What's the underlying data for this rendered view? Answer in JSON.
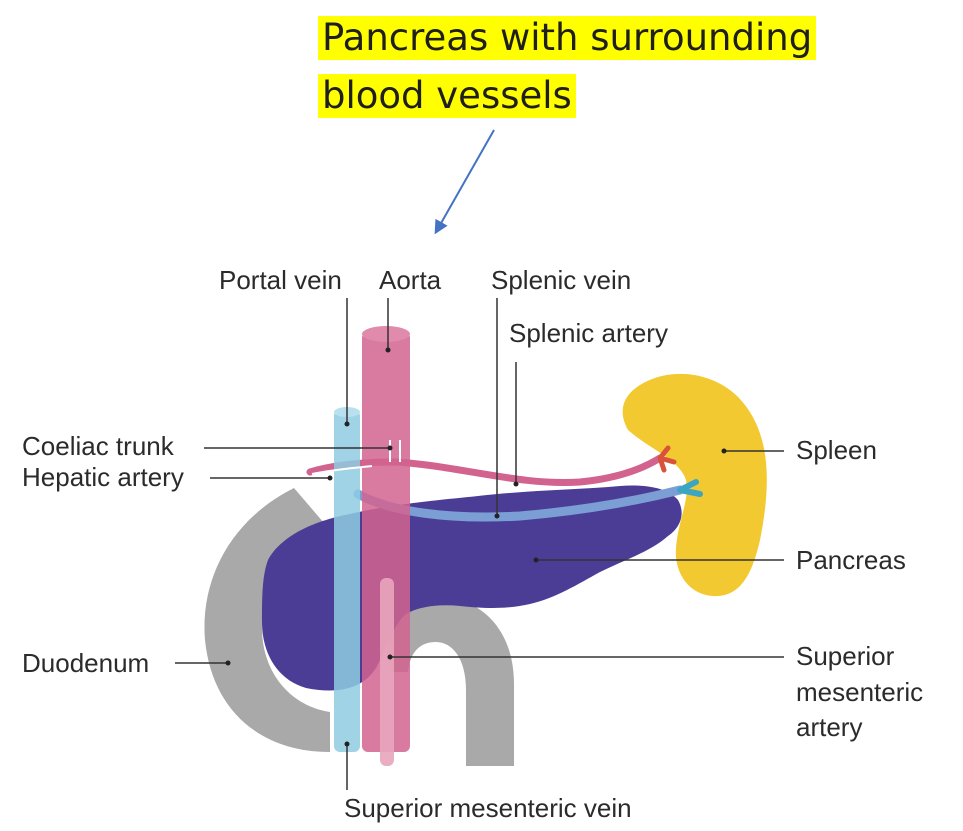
{
  "title": {
    "line1": "Pancreas with surrounding",
    "line2": "blood vessels"
  },
  "labels": {
    "portal_vein": "Portal vein",
    "aorta": "Aorta",
    "splenic_vein": "Splenic vein",
    "splenic_artery": "Splenic artery",
    "coeliac_trunk": "Coeliac trunk",
    "hepatic_artery": "Hepatic artery",
    "spleen": "Spleen",
    "pancreas": "Pancreas",
    "duodenum": "Duodenum",
    "sma_line1": "Superior",
    "sma_line2": "mesenteric",
    "sma_line3": "artery",
    "smv": "Superior mesenteric vein"
  },
  "colors": {
    "title_highlight": "#ffff00",
    "arrow": "#4472c4",
    "aorta": "#d2638f",
    "portal_vein": "#8ecbe0",
    "pancreas": "#4b3d96",
    "spleen": "#f2c930",
    "duodenum": "#a9a9a9",
    "splenic_artery": "#d2638f",
    "splenic_vein": "#7b9fd4",
    "leader_line": "#333333"
  }
}
